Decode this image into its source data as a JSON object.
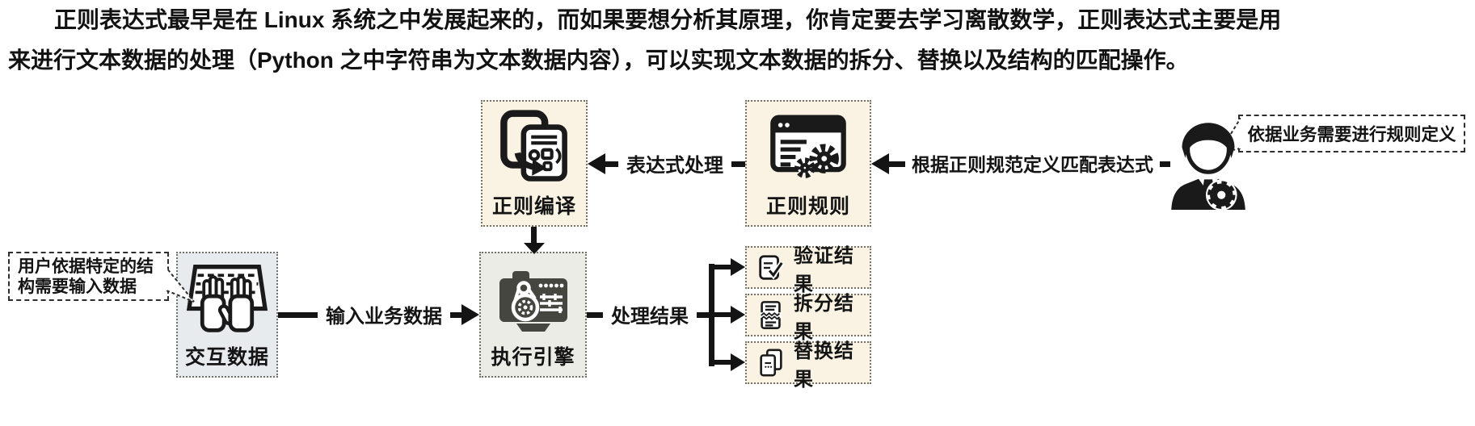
{
  "intro": {
    "lines": [
      "正则表达式最早是在 Linux 系统之中发展起来的，而如果要想分析其原理，你肯定要去学习离散数学，正则表达式主要是用",
      "来进行文本数据的处理（Python 之中字符串为文本数据内容），可以实现文本数据的拆分、替换以及结构的匹配操作。"
    ]
  },
  "diagram": {
    "nodes": {
      "regex_compile": {
        "label": "正则编译",
        "icon": "documents-convert-icon"
      },
      "regex_rules": {
        "label": "正则规则",
        "icon": "browser-gears-icon"
      },
      "interactive_data": {
        "label": "交互数据",
        "icon": "keyboard-hands-icon"
      },
      "execution_engine": {
        "label": "执行引擎",
        "icon": "engine-belt-gear-icon"
      }
    },
    "results": [
      {
        "label": "验证结果",
        "icon": "document-check-icon"
      },
      {
        "label": "拆分结果",
        "icon": "document-split-icon"
      },
      {
        "label": "替换结果",
        "icon": "document-copy-icon"
      }
    ],
    "edges": {
      "expression_processing": "表达式处理",
      "define_match_expression": "根据正则规范定义匹配表达式",
      "input_business_data": "输入业务数据",
      "processing_result": "处理结果"
    },
    "callouts": {
      "user_input": "用户依据特定的结构需要输入数据",
      "rule_definition": "依据业务需要进行规则定义"
    },
    "actor": {
      "icon": "business-person-icon"
    },
    "colors": {
      "cream_box": "#FAF3E3",
      "interact_box": "#E8EBEE",
      "engine_box": "#ECECE6",
      "ink": "#141414",
      "background": "#FFFFFF"
    }
  }
}
